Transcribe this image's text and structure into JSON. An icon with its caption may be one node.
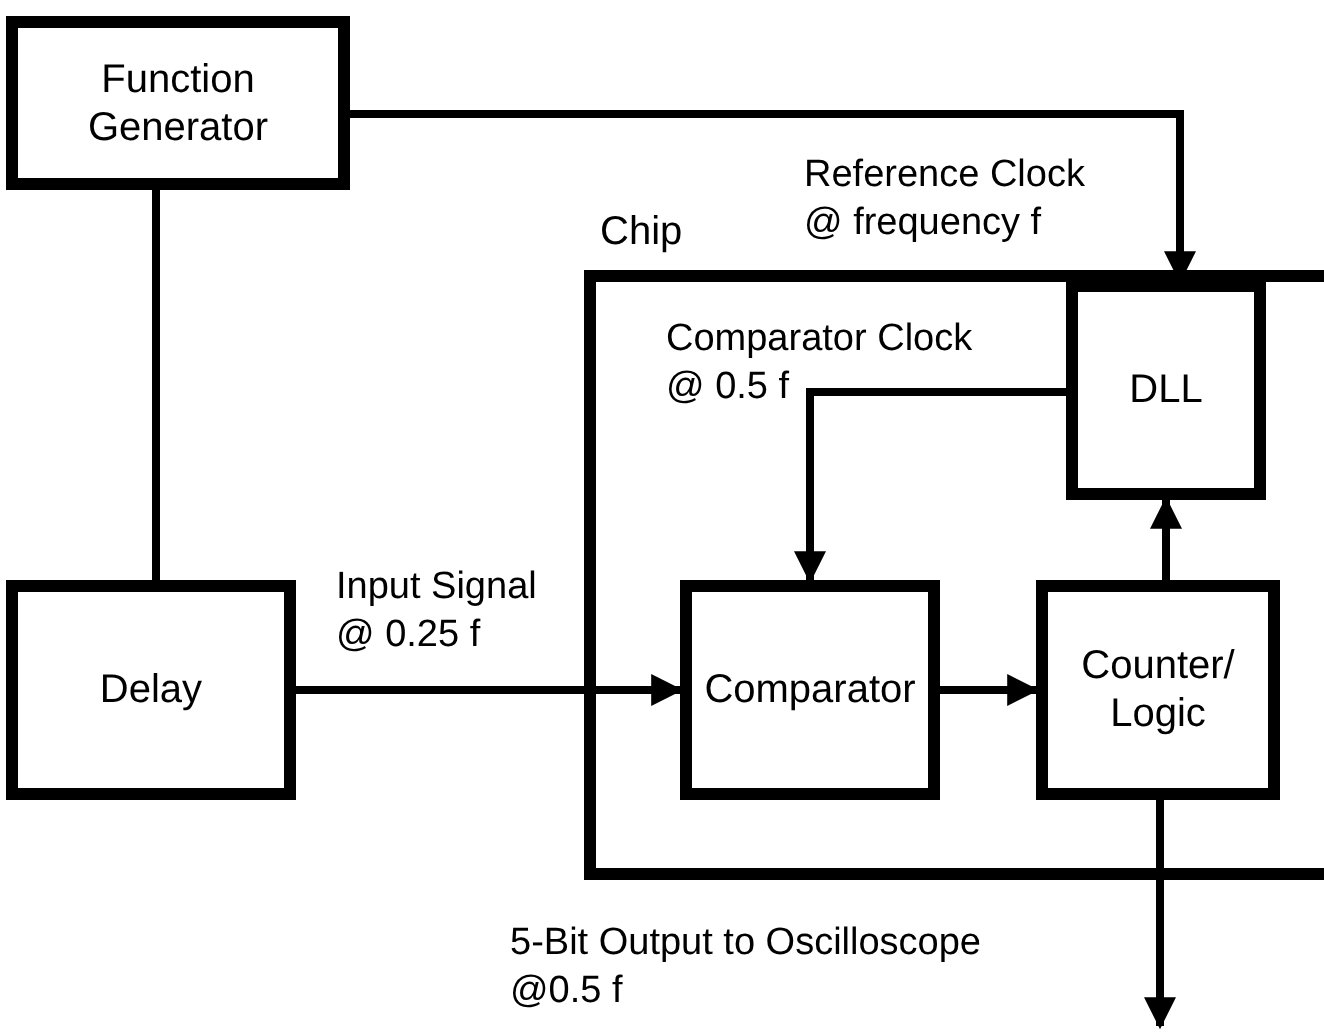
{
  "diagram": {
    "nodes": [
      {
        "text": [
          "Function Generator"
        ]
      },
      {
        "text": [
          "Delay"
        ]
      },
      {
        "text": [
          "Chip"
        ]
      },
      {
        "text": [
          "DLL"
        ],
        "in": 2
      },
      {
        "text": [
          "Comparator"
        ],
        "in": 2
      },
      {
        "text": [
          "Counter/ Logic"
        ],
        "in": 2
      }
    ],
    "edges": [
      {
        "from": 0,
        "to": 3,
        "arrow": "to",
        "label": "Reference Clock @ frequency f"
      },
      {
        "from": 0,
        "to": 1,
        "arrow": "none"
      },
      {
        "from": 1,
        "to": 4,
        "arrow": "to",
        "label": "Input Signal @ 0.25 f"
      },
      {
        "from": 3,
        "to": 4,
        "arrow": "to",
        "label": "Comparator Clock @ 0.5 f"
      },
      {
        "from": 4,
        "to": 5,
        "arrow": "to"
      },
      {
        "from": 5,
        "to": 3,
        "arrow": "to"
      },
      {
        "from": 5,
        "to": null,
        "arrow": "to",
        "label": "5-Bit Output to Oscilloscope @0.5 f"
      }
    ]
  }
}
